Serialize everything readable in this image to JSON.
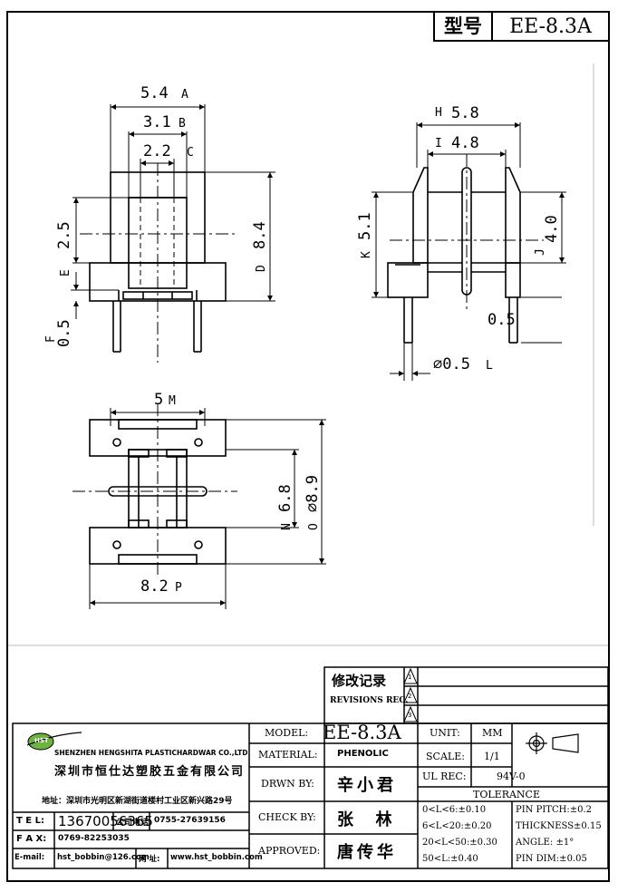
{
  "title_block": {
    "model_label": "型号",
    "model_value": "EE-8.3A",
    "revisions_cn": "修改记录",
    "revisions_en": "REVISIONS REC.",
    "rev_marks": [
      "1",
      "2",
      "3"
    ],
    "company_logo": "HST",
    "company_en": "SHENZHEN HENGSHITA PLASTICHARDWAR CO.,LTD",
    "company_cn": "深圳市恒仕达塑胶五金有限公司",
    "address": "地址：深圳市光明区新湖街道楼村工业区新兴路29号",
    "tel_label": "T E L:",
    "tel_value": "13670056365",
    "company_phone_label": "公司电话:",
    "company_phone_value": "0755-27639156",
    "fax_label": "F A X:",
    "fax_value": "0769-82253035",
    "email_label": "E-mail:",
    "email_value": "hst_bobbin@126.com",
    "web_label": "网 址:",
    "web_value": "www.hst_bobbin.com",
    "model_row_label": "MODEL:",
    "model_row_value": "EE-8.3A",
    "material_label": "MATERIAL:",
    "material_value": "PHENOLIC",
    "drawn_label": "DRWN BY:",
    "drawn_value": "辛小君",
    "check_label": "CHECK BY:",
    "check_value": "张  林",
    "approved_label": "APPROVED:",
    "approved_value": "唐传华",
    "unit_label": "UNIT:",
    "unit_value": "MM",
    "scale_label": "SCALE:",
    "scale_value": "1/1",
    "ul_label": "UL REC:",
    "ul_value": "94V-0",
    "tolerance_label": "TOLERANCE",
    "tol_1": "0<L<6:±0.10",
    "tol_2": "6<L<20:±0.20",
    "tol_3": "20<L<50:±0.30",
    "tol_4": "50<L:±0.40",
    "pin_pitch": "PIN PITCH:±0.2",
    "thickness": "THICKNESS±0.15",
    "angle": "ANGLE: ±1°",
    "pin_dim": "PIN DIM:±0.05"
  },
  "dimensions": {
    "A": "5.4",
    "B": "3.1",
    "C": "2.2",
    "D": "8.4",
    "E": "2.5",
    "F": "0.5",
    "H": "5.8",
    "I": "4.8",
    "J": "4.0",
    "K": "5.1",
    "pin_len": "0.5",
    "L": "⌀0.5",
    "M": "5",
    "N": "6.8",
    "O": "⌀8.9",
    "P": "8.2"
  },
  "dim_letters": {
    "A": "A",
    "B": "B",
    "C": "C",
    "D": "D",
    "E": "E",
    "F": "F",
    "H": "H",
    "I": "I",
    "J": "J",
    "K": "K",
    "L": "L",
    "M": "M",
    "N": "N",
    "O": "O",
    "P": "P"
  }
}
